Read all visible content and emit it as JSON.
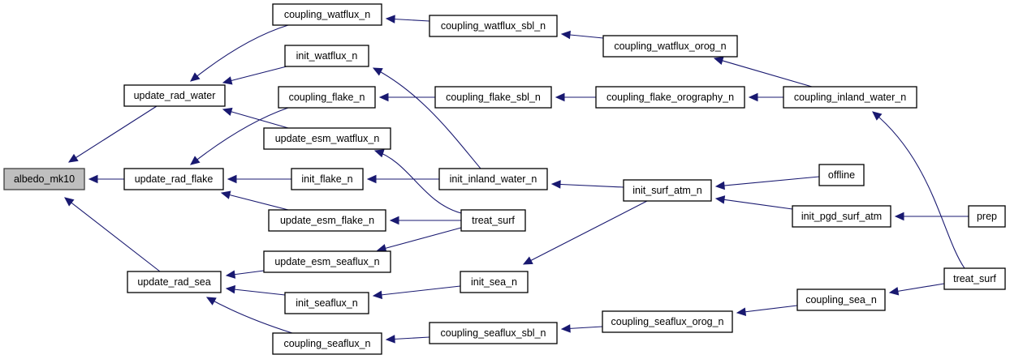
{
  "title": "Caller graph for albedo_mk10",
  "colors": {
    "edge": "#191970",
    "root_fill": "#bfbfbf",
    "node_fill": "#ffffff",
    "node_border": "#000000"
  },
  "nodes": [
    {
      "id": "albedo_mk10",
      "label": "albedo_mk10",
      "root": true
    },
    {
      "id": "update_rad_water",
      "label": "update_rad_water"
    },
    {
      "id": "update_rad_flake",
      "label": "update_rad_flake"
    },
    {
      "id": "update_rad_sea",
      "label": "update_rad_sea"
    },
    {
      "id": "coupling_watflux_n",
      "label": "coupling_watflux_n"
    },
    {
      "id": "init_watflux_n",
      "label": "init_watflux_n"
    },
    {
      "id": "coupling_flake_n",
      "label": "coupling_flake_n"
    },
    {
      "id": "update_esm_watflux_n",
      "label": "update_esm_watflux_n"
    },
    {
      "id": "init_flake_n",
      "label": "init_flake_n"
    },
    {
      "id": "update_esm_flake_n",
      "label": "update_esm_flake_n"
    },
    {
      "id": "update_esm_seaflux_n",
      "label": "update_esm_seaflux_n"
    },
    {
      "id": "init_seaflux_n",
      "label": "init_seaflux_n"
    },
    {
      "id": "coupling_seaflux_n",
      "label": "coupling_seaflux_n"
    },
    {
      "id": "coupling_watflux_sbl_n",
      "label": "coupling_watflux_sbl_n"
    },
    {
      "id": "coupling_flake_sbl_n",
      "label": "coupling_flake_sbl_n"
    },
    {
      "id": "init_inland_water_n",
      "label": "init_inland_water_n"
    },
    {
      "id": "treat_surf_mid",
      "label": "treat_surf"
    },
    {
      "id": "init_sea_n",
      "label": "init_sea_n"
    },
    {
      "id": "coupling_seaflux_sbl_n",
      "label": "coupling_seaflux_sbl_n"
    },
    {
      "id": "coupling_watflux_orog_n",
      "label": "coupling_watflux_orog_n"
    },
    {
      "id": "coupling_flake_orography_n",
      "label": "coupling_flake_orography_n"
    },
    {
      "id": "init_surf_atm_n",
      "label": "init_surf_atm_n"
    },
    {
      "id": "coupling_seaflux_orog_n",
      "label": "coupling_seaflux_orog_n"
    },
    {
      "id": "coupling_inland_water_n",
      "label": "coupling_inland_water_n"
    },
    {
      "id": "offline",
      "label": "offline"
    },
    {
      "id": "init_pgd_surf_atm",
      "label": "init_pgd_surf_atm"
    },
    {
      "id": "coupling_sea_n",
      "label": "coupling_sea_n"
    },
    {
      "id": "prep",
      "label": "prep"
    },
    {
      "id": "treat_surf_right",
      "label": "treat_surf"
    }
  ],
  "edges": [
    {
      "from": "update_rad_water",
      "to": "albedo_mk10"
    },
    {
      "from": "update_rad_flake",
      "to": "albedo_mk10"
    },
    {
      "from": "update_rad_sea",
      "to": "albedo_mk10"
    },
    {
      "from": "coupling_watflux_n",
      "to": "update_rad_water"
    },
    {
      "from": "init_watflux_n",
      "to": "update_rad_water"
    },
    {
      "from": "update_esm_watflux_n",
      "to": "update_rad_water"
    },
    {
      "from": "coupling_flake_n",
      "to": "update_rad_flake"
    },
    {
      "from": "init_flake_n",
      "to": "update_rad_flake"
    },
    {
      "from": "update_esm_flake_n",
      "to": "update_rad_flake"
    },
    {
      "from": "update_esm_seaflux_n",
      "to": "update_rad_sea"
    },
    {
      "from": "init_seaflux_n",
      "to": "update_rad_sea"
    },
    {
      "from": "coupling_seaflux_n",
      "to": "update_rad_sea"
    },
    {
      "from": "coupling_watflux_sbl_n",
      "to": "coupling_watflux_n"
    },
    {
      "from": "init_inland_water_n",
      "to": "init_watflux_n"
    },
    {
      "from": "coupling_flake_sbl_n",
      "to": "coupling_flake_n"
    },
    {
      "from": "treat_surf_mid",
      "to": "update_esm_watflux_n"
    },
    {
      "from": "init_inland_water_n",
      "to": "init_flake_n"
    },
    {
      "from": "treat_surf_mid",
      "to": "update_esm_flake_n"
    },
    {
      "from": "treat_surf_mid",
      "to": "update_esm_seaflux_n"
    },
    {
      "from": "init_sea_n",
      "to": "init_seaflux_n"
    },
    {
      "from": "coupling_seaflux_sbl_n",
      "to": "coupling_seaflux_n"
    },
    {
      "from": "coupling_watflux_orog_n",
      "to": "coupling_watflux_sbl_n"
    },
    {
      "from": "coupling_flake_orography_n",
      "to": "coupling_flake_sbl_n"
    },
    {
      "from": "init_surf_atm_n",
      "to": "init_inland_water_n"
    },
    {
      "from": "init_surf_atm_n",
      "to": "init_sea_n"
    },
    {
      "from": "coupling_seaflux_orog_n",
      "to": "coupling_seaflux_sbl_n"
    },
    {
      "from": "coupling_inland_water_n",
      "to": "coupling_watflux_orog_n"
    },
    {
      "from": "coupling_inland_water_n",
      "to": "coupling_flake_orography_n"
    },
    {
      "from": "offline",
      "to": "init_surf_atm_n"
    },
    {
      "from": "init_pgd_surf_atm",
      "to": "init_surf_atm_n"
    },
    {
      "from": "coupling_sea_n",
      "to": "coupling_seaflux_orog_n"
    },
    {
      "from": "prep",
      "to": "init_pgd_surf_atm"
    },
    {
      "from": "treat_surf_right",
      "to": "coupling_inland_water_n"
    },
    {
      "from": "treat_surf_right",
      "to": "coupling_sea_n"
    }
  ]
}
